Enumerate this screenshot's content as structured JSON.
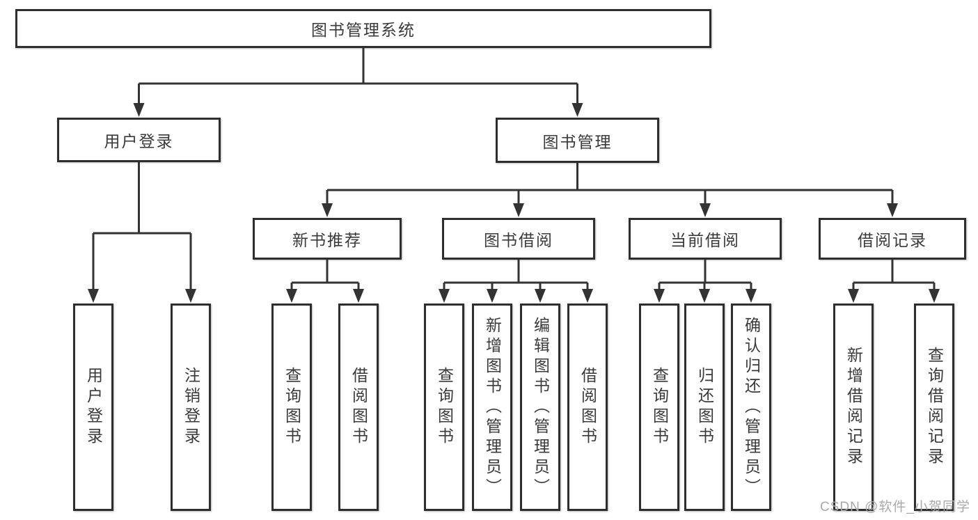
{
  "diagram": {
    "root": {
      "label": "图书管理系统"
    },
    "level2": [
      {
        "label": "用户登录"
      },
      {
        "label": "图书管理"
      }
    ],
    "level3": [
      {
        "label": "新书推荐"
      },
      {
        "label": "图书借阅"
      },
      {
        "label": "当前借阅"
      },
      {
        "label": "借阅记录"
      }
    ],
    "leaves": {
      "user_login": [
        "用户登录",
        "注销登录"
      ],
      "new_books": [
        "查询图书",
        "借阅图书"
      ],
      "book_borrowing": [
        "查询图书",
        "新增图书（管理员）",
        "编辑图书（管理员）",
        "借阅图书"
      ],
      "current_borrowing": [
        "查询图书",
        "归还图书",
        "确认归还（管理员）"
      ],
      "borrowing_records": [
        "新增借阅记录",
        "查询借阅记录"
      ]
    }
  },
  "watermark": {
    "text": "CSDN @软件_小贺同学"
  },
  "colors": {
    "line": "#333333",
    "box_border": "#2e2e2e",
    "text": "#3a3a3a",
    "watermark": "#a9a9a9",
    "background": "#ffffff"
  }
}
